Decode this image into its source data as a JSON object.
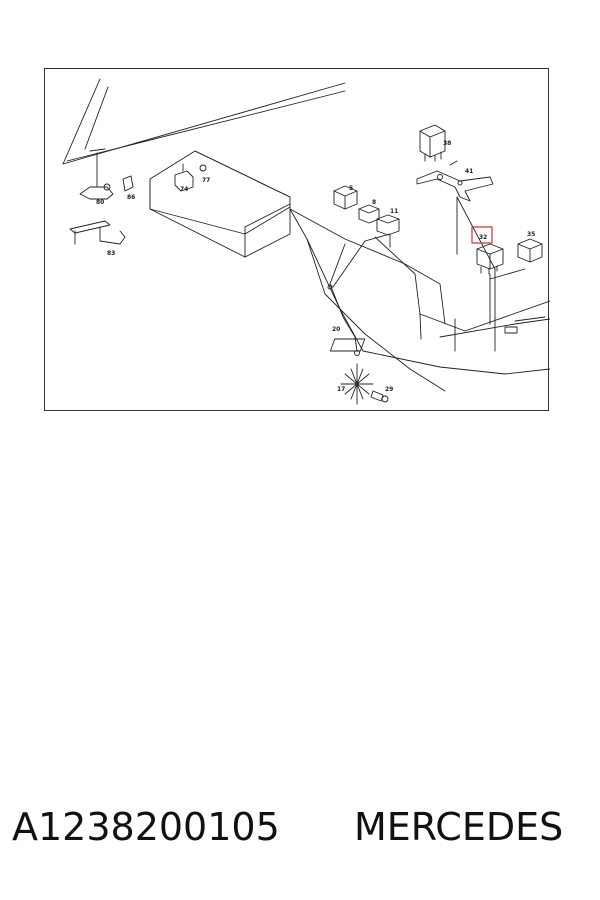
{
  "diagram": {
    "callouts": [
      "38",
      "41",
      "32",
      "35",
      "80",
      "86",
      "74",
      "77",
      "5",
      "8",
      "11",
      "83",
      "20",
      "17",
      "29"
    ],
    "highlight_color": "#d9302c",
    "highlighted_callout": "32"
  },
  "caption": {
    "part_number": "A1238200105",
    "brand": "MERCEDES"
  }
}
